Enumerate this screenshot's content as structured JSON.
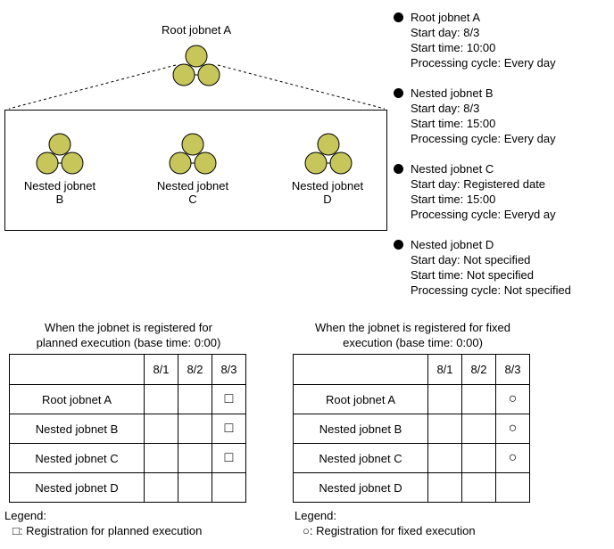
{
  "colors": {
    "jobnet_fill": "#C6C65A",
    "line": "#000000"
  },
  "tree": {
    "root": {
      "label": "Root jobnet A"
    },
    "children": [
      {
        "line1": "Nested jobnet",
        "line2": "B"
      },
      {
        "line1": "Nested jobnet",
        "line2": "C"
      },
      {
        "line1": "Nested jobnet",
        "line2": "D"
      }
    ]
  },
  "details": [
    {
      "title": "Root jobnet A",
      "start_day": "Start day: 8/3",
      "start_time": "Start time: 10:00",
      "cycle": "Processing cycle: Every day"
    },
    {
      "title": "Nested jobnet B",
      "start_day": "Start day: 8/3",
      "start_time": "Start time: 15:00",
      "cycle": "Processing cycle: Every day"
    },
    {
      "title": "Nested jobnet C",
      "start_day": "Start day: Registered date",
      "start_time": "Start time: 15:00",
      "cycle": "Processing cycle: Everyd ay"
    },
    {
      "title": "Nested jobnet D",
      "start_day": "Start day: Not specified",
      "start_time": "Start time: Not specified",
      "cycle": "Processing cycle: Not specified"
    }
  ],
  "tables": [
    {
      "title_line1": "When the jobnet is registered for",
      "title_line2": "planned execution (base time: 0:00)",
      "columns": [
        "8/1",
        "8/2",
        "8/3"
      ],
      "rows": [
        {
          "label": "Root jobnet A",
          "cells": [
            "",
            "",
            "□"
          ]
        },
        {
          "label": "Nested jobnet B",
          "cells": [
            "",
            "",
            "□"
          ]
        },
        {
          "label": "Nested jobnet C",
          "cells": [
            "",
            "",
            "□"
          ]
        },
        {
          "label": "Nested jobnet D",
          "cells": [
            "",
            "",
            ""
          ]
        }
      ],
      "legend_title": "Legend:",
      "legend_entry": "□: Registration for planned execution"
    },
    {
      "title_line1": "When the jobnet is registered for fixed",
      "title_line2": "execution (base time: 0:00)",
      "columns": [
        "8/1",
        "8/2",
        "8/3"
      ],
      "rows": [
        {
          "label": "Root jobnet A",
          "cells": [
            "",
            "",
            "○"
          ]
        },
        {
          "label": "Nested jobnet B",
          "cells": [
            "",
            "",
            "○"
          ]
        },
        {
          "label": "Nested jobnet C",
          "cells": [
            "",
            "",
            "○"
          ]
        },
        {
          "label": "Nested jobnet D",
          "cells": [
            "",
            "",
            ""
          ]
        }
      ],
      "legend_title": "Legend:",
      "legend_entry": "○: Registration for fixed execution"
    }
  ]
}
